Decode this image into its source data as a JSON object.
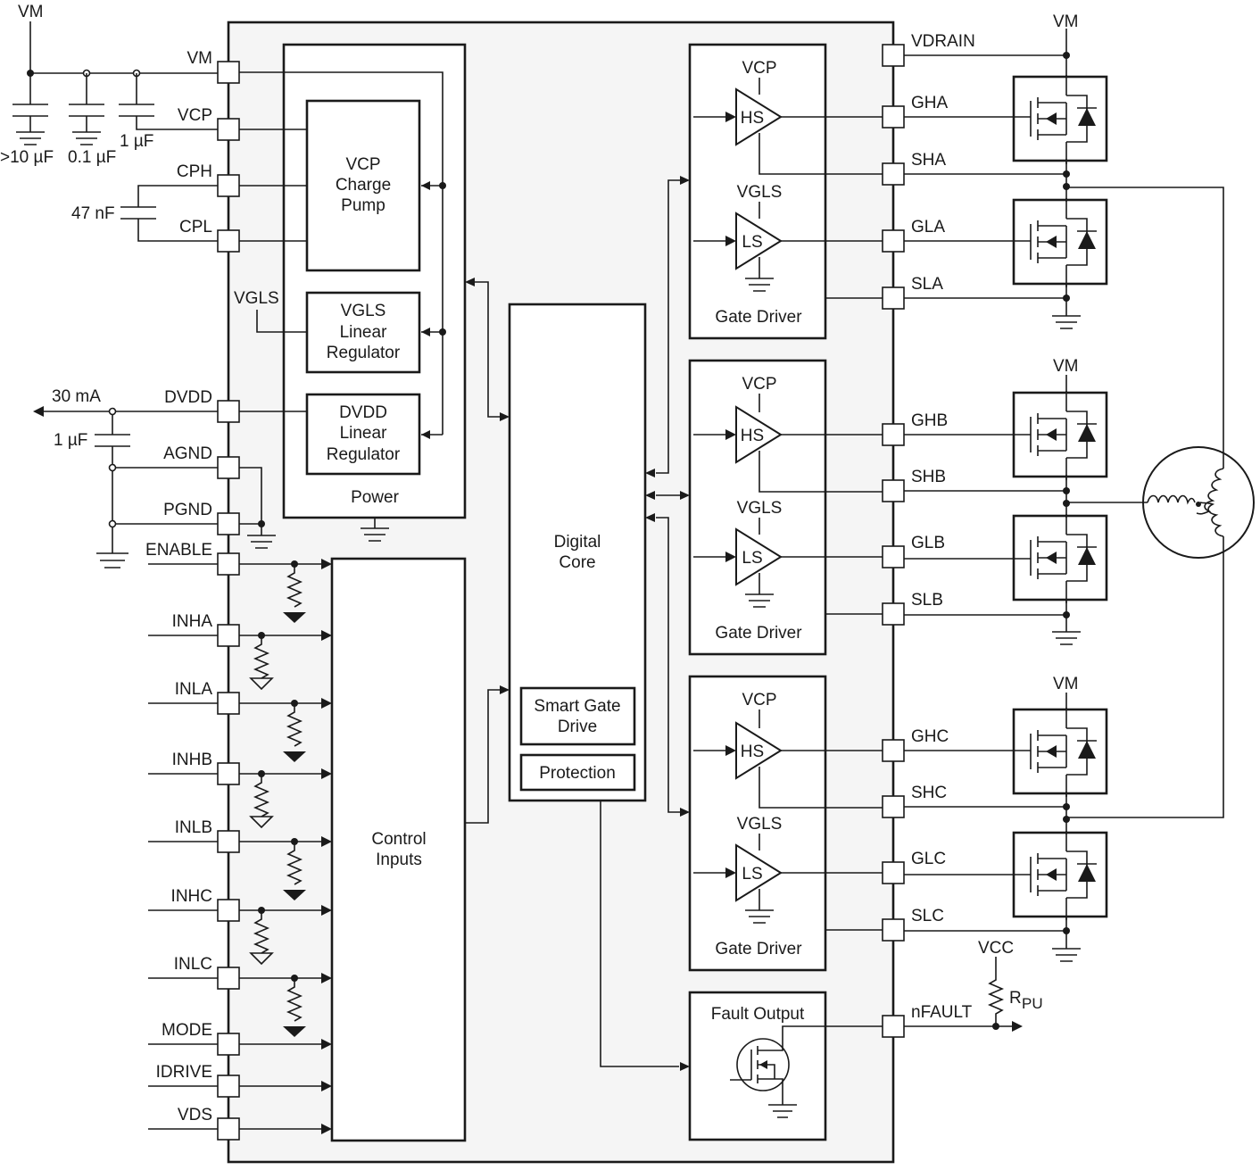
{
  "top_left_vm": "VM",
  "caps": {
    "c_large": ">10 µF",
    "c_small": "0.1 µF",
    "c_vcp": "1 µF",
    "c_pump": "47 nF",
    "c_dvdd": "1 µF"
  },
  "dvdd_load": "30 mA",
  "vgls_ext": "VGLS",
  "pins_left": [
    "VM",
    "VCP",
    "CPH",
    "CPL",
    "DVDD",
    "AGND",
    "PGND",
    "ENABLE",
    "INHA",
    "INLA",
    "INHB",
    "INLB",
    "INHC",
    "INLC",
    "MODE",
    "IDRIVE",
    "VDS"
  ],
  "pins_right": [
    "VDRAIN",
    "GHA",
    "SHA",
    "GLA",
    "SLA",
    "GHB",
    "SHB",
    "GLB",
    "SLB",
    "GHC",
    "SHC",
    "GLC",
    "SLC",
    "nFAULT"
  ],
  "power": {
    "title": "Power",
    "charge_pump": [
      "VCP",
      "Charge",
      "Pump"
    ],
    "vgls_reg": [
      "VGLS",
      "Linear",
      "Regulator"
    ],
    "dvdd_reg": [
      "DVDD",
      "Linear",
      "Regulator"
    ]
  },
  "control_inputs": [
    "Control",
    "Inputs"
  ],
  "digital_core": {
    "title": [
      "Digital",
      "Core"
    ],
    "smart_gate": [
      "Smart Gate",
      "Drive"
    ],
    "protection": "Protection"
  },
  "gate_driver": {
    "title": "Gate Driver",
    "vcp": "VCP",
    "vgls": "VGLS",
    "hs": "HS",
    "ls": "LS"
  },
  "fault_output": "Fault Output",
  "vm_right": "VM",
  "vcc": "VCC",
  "rpu": {
    "main": "R",
    "sub": "PU"
  }
}
